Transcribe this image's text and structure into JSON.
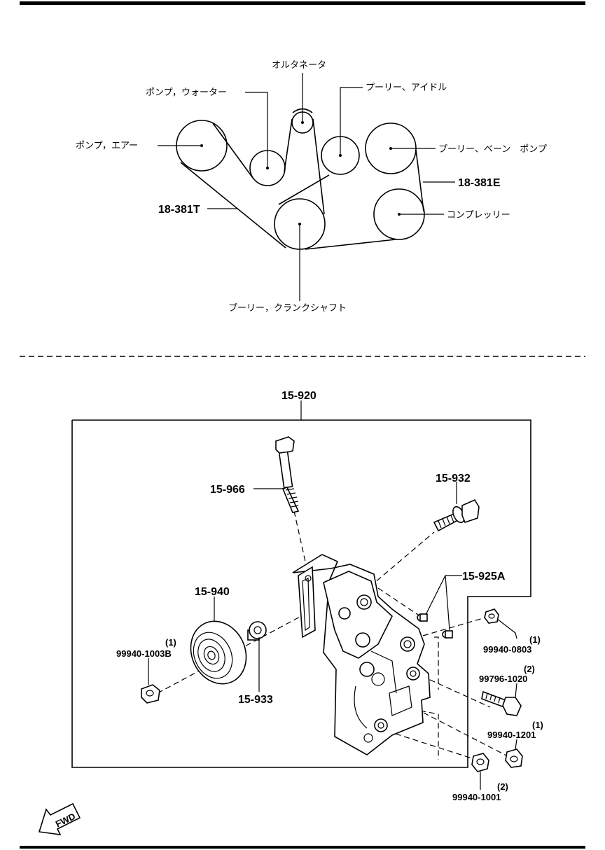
{
  "belt_diagram": {
    "labels": {
      "alternator": "オルタネータ",
      "water_pump": "ポンプ，ウォーター",
      "idler_pulley": "プーリー、アイドル",
      "air_pump": "ポンプ，エアー",
      "vane_pump_pulley": "プーリー、ベーン　ポンプ",
      "belt_e": "18-381E",
      "belt_t": "18-381T",
      "compressor_pulley": "コンプレッリー",
      "crankshaft_pulley": "プーリー，クランクシャフト"
    }
  },
  "exploded_view": {
    "assembly": "15-920",
    "parts": {
      "bolt_long": "15-966",
      "bolt_flange": "15-932",
      "dowels": "15-925A",
      "idler_pulley": "15-940",
      "spacer": "15-933",
      "nut_left_qty": "(1)",
      "nut_left": "99940-1003B",
      "nut_right_top_qty": "(1)",
      "nut_right_top": "99940-0803",
      "bolt_right_qty": "(2)",
      "bolt_right": "99796-1020",
      "nut_right_mid_qty": "(1)",
      "nut_right_mid": "99940-1201",
      "nut_bottom_qty": "(2)",
      "nut_bottom": "99940-1001"
    },
    "fwd": "FWD"
  }
}
